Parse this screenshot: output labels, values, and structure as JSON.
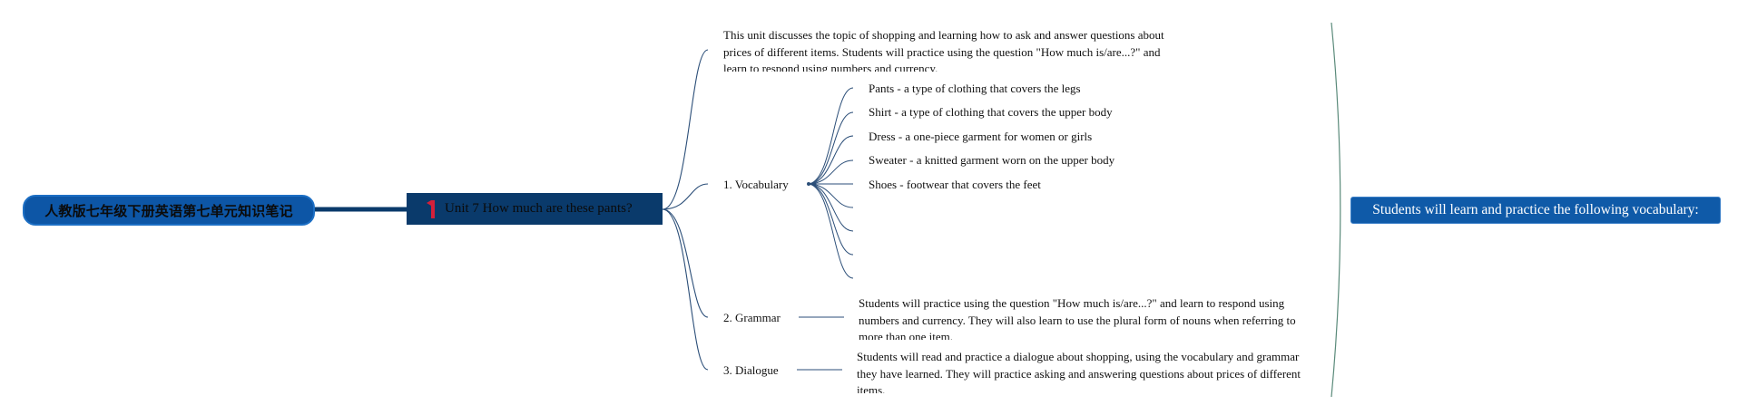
{
  "root": {
    "label": "人教版七年级下册英语第七单元知识笔记"
  },
  "unit": {
    "label": "Unit 7 How much are these pants?"
  },
  "intro": {
    "text": "This unit discusses the topic of shopping and learning how to ask and answer questions about prices of different items. Students will practice using the question \"How much is/are...?\" and learn to respond using numbers and currency."
  },
  "vocabulary": {
    "label": "1. Vocabulary",
    "items": [
      "Pants - a type of clothing that covers the legs",
      "Shirt - a type of clothing that covers the upper body",
      "Dress - a one-piece garment for women or girls",
      "Sweater - a knitted garment worn on the upper body",
      "Shoes - footwear that covers the feet"
    ]
  },
  "grammar": {
    "label": "2. Grammar",
    "text": "Students will practice using the question \"How much is/are...?\" and learn to respond using numbers and currency. They will also learn to use the plural form of nouns when referring to more than one item."
  },
  "dialogue": {
    "label": "3. Dialogue",
    "text": "Students will read and practice a dialogue about shopping, using the vocabulary and grammar they have learned. They will practice asking and answering questions about prices of different items."
  },
  "summary": {
    "label": "Students will learn and practice the following vocabulary:"
  },
  "colors": {
    "root": "#0d56a6",
    "unit": "#0a3a6b",
    "line": "#2b4e78",
    "summary": "#0f5aa8",
    "flag": "#d4203a"
  }
}
